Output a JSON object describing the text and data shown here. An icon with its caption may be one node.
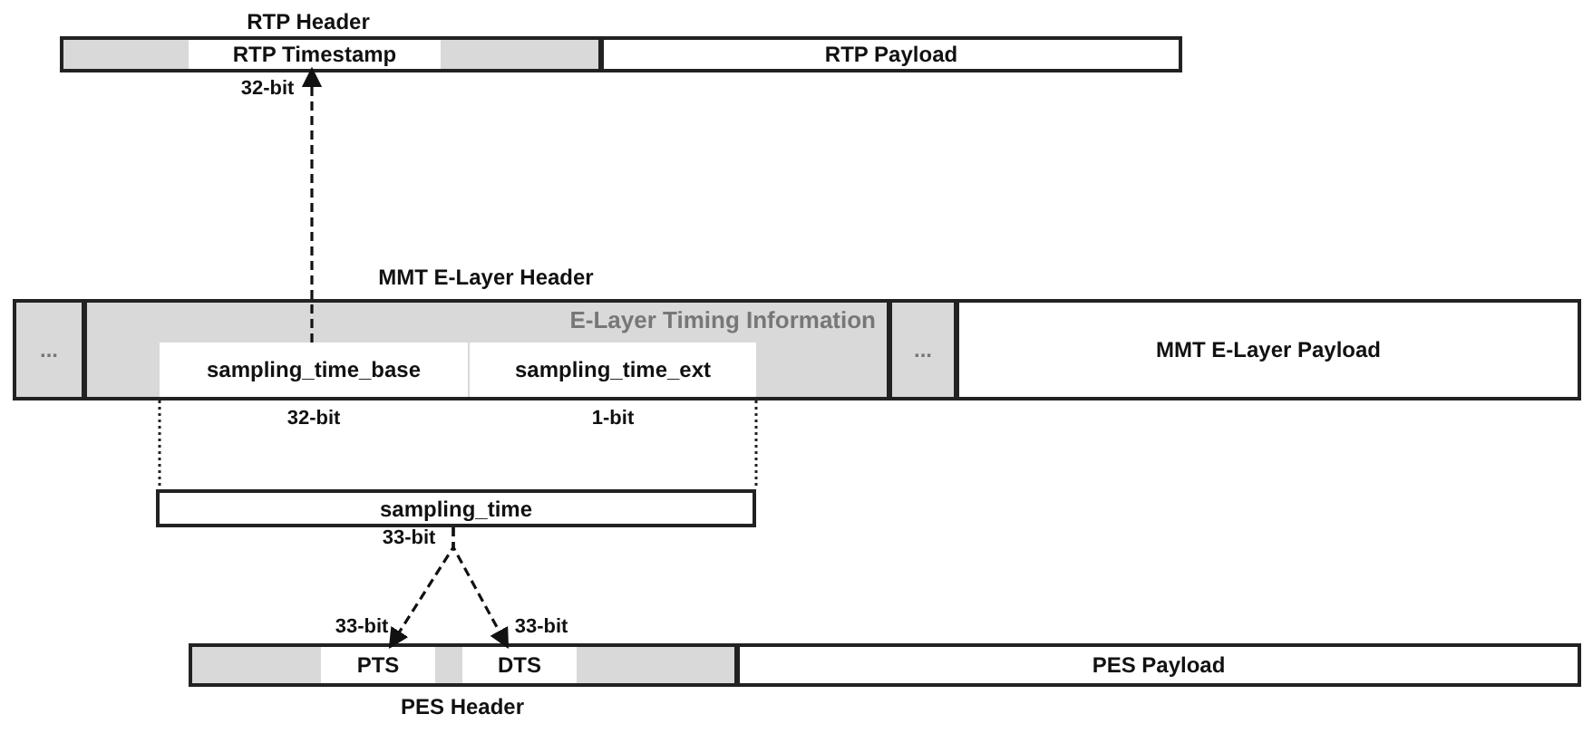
{
  "diagram": {
    "nodes": [
      {
        "text": [
          "RTP Header"
        ]
      },
      {
        "text": [
          "RTP Timestamp"
        ],
        "in": 0,
        "beside": [
          "32-bit"
        ]
      },
      {
        "text": [
          "RTP Payload"
        ]
      },
      {
        "text": [
          "MMT E-Layer Header"
        ]
      },
      {
        "text": [
          "..."
        ],
        "in": 3
      },
      {
        "text": [
          "E-Layer Timing Information"
        ],
        "in": 3
      },
      {
        "text": [
          "sampling_time_base"
        ],
        "in": 5,
        "beside": [
          "32-bit"
        ]
      },
      {
        "text": [
          "sampling_time_ext"
        ],
        "in": 5,
        "beside": [
          "1-bit"
        ]
      },
      {
        "text": [
          "..."
        ],
        "in": 3
      },
      {
        "text": [
          "MMT E-Layer Payload"
        ]
      },
      {
        "text": [
          "sampling_time"
        ],
        "beside": [
          "33-bit"
        ]
      },
      {
        "text": [
          "PES Header"
        ]
      },
      {
        "text": [
          "PTS"
        ],
        "in": 11,
        "beside": [
          "33-bit"
        ]
      },
      {
        "text": [
          "DTS"
        ],
        "in": 11,
        "beside": [
          "33-bit"
        ]
      },
      {
        "text": [
          "PES Payload"
        ]
      }
    ],
    "edges": [
      {
        "from": 6,
        "to": 1,
        "arrow": "to",
        "style": "dashed"
      },
      {
        "from": 10,
        "to": 12,
        "arrow": "to",
        "style": "dashed"
      },
      {
        "from": 10,
        "to": 13,
        "arrow": "to",
        "style": "dashed"
      }
    ]
  }
}
